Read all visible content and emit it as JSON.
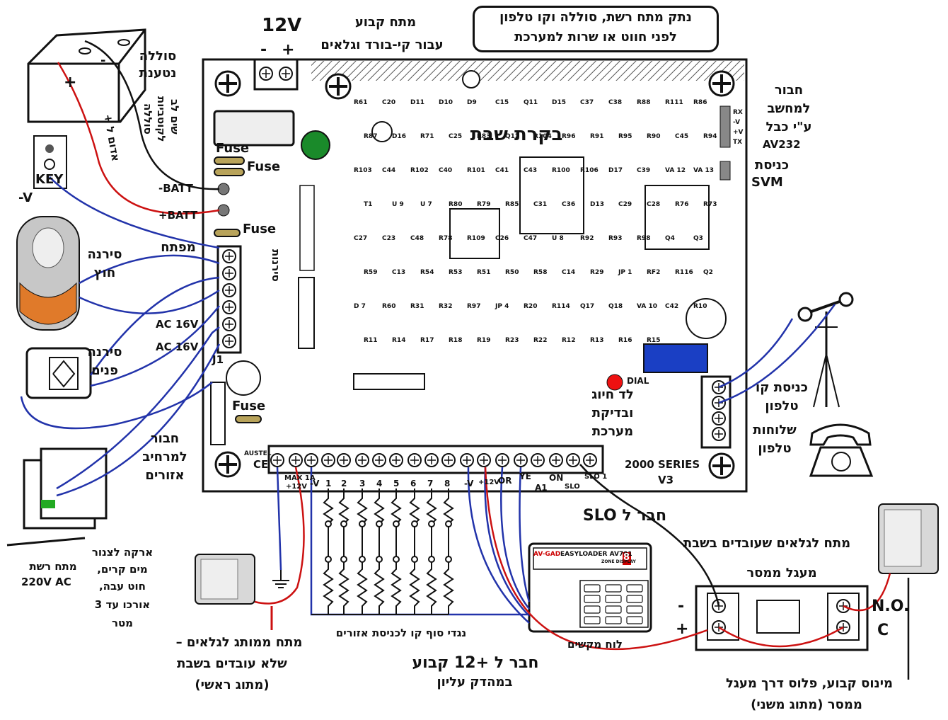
{
  "top": {
    "voltage": "12V",
    "minus": "-",
    "plus": "+",
    "fixed_line1": "מתח קבוע",
    "fixed_line2": "עבור קי-בורד וגלאים",
    "warning_line1": "נתק מתח רשת, סוללה וקו טלפון",
    "warning_line2": "לפני חווט או שרות למערכת"
  },
  "battery": {
    "title_line1": "סוללה",
    "title_line2": "נטענת",
    "polarity_note1": "שים לב",
    "polarity_note2": "לקוטביות",
    "polarity_note3": "סוללה",
    "red_to_plus": "אדום ל +",
    "minus": "-",
    "plus": "+"
  },
  "key": {
    "label": "KEY",
    "minus_v": "-V"
  },
  "board": {
    "title": "בקרת שבת",
    "batt_minus": "-BATT",
    "batt_plus": "+BATT",
    "fuse": "Fuse",
    "series_line1": "2000 SERIES",
    "series_line2": "V3",
    "j1": "J1",
    "dial": "DIAL",
    "ce": "CE",
    "austel": "AUSTEL",
    "components": [
      "R61",
      "C20",
      "D11",
      "D10",
      "D9",
      "C15",
      "Q11",
      "D15",
      "C37",
      "C38",
      "R88",
      "R111",
      "R86",
      "R87",
      "D16",
      "R71",
      "C25",
      "R83",
      "Q12",
      "R104",
      "R96",
      "R91",
      "R95",
      "R90",
      "C45",
      "R94",
      "R103",
      "C44",
      "R102",
      "C40",
      "R101",
      "C41",
      "C43",
      "R100",
      "R106",
      "D17",
      "C39",
      "VA 12",
      "VA 13",
      "T1",
      "U 9",
      "U 7",
      "R80",
      "R79",
      "R85",
      "C31",
      "C36",
      "D13",
      "C29",
      "C28",
      "R76",
      "R73",
      "C27",
      "C23",
      "C48",
      "R78",
      "R109",
      "C26",
      "C47",
      "U 8",
      "R92",
      "R93",
      "R98",
      "Q4",
      "Q3",
      "R59",
      "C13",
      "R54",
      "R53",
      "R51",
      "R50",
      "R58",
      "C14",
      "R29",
      "JP 1",
      "RF2",
      "R116",
      "Q2",
      "D 7",
      "R60",
      "R31",
      "R32",
      "R97",
      "JP 4",
      "R20",
      "R114",
      "Q17",
      "Q18",
      "VA 10",
      "C42",
      "R10",
      "R11",
      "R14",
      "R17",
      "R18",
      "R19",
      "R23",
      "R22",
      "R12",
      "R13",
      "R16",
      "R15"
    ]
  },
  "left_labels": {
    "ext_siren1": "סירנה",
    "ext_siren2": "חוץ",
    "int_siren1": "סירנה",
    "int_siren2": "פנים",
    "key_switch": "מפתח",
    "sirens": "סירנות",
    "ac1": "AC 16V",
    "ac2": "AC 16V",
    "expander1": "חבור",
    "expander2": "למרחיב",
    "expander3": "אזורים",
    "ground1": "ארקה לצנור",
    "ground2": "מים קרים,",
    "ground3": "חוט עבה,",
    "ground4": "אורכו עד 3",
    "ground5": "מטר",
    "mains1": "מתח רשת",
    "mains2": "220V AC"
  },
  "right_labels": {
    "pc1": "חבור",
    "pc2": "למחשב",
    "pc3": "ע\"י כבל",
    "pc4": "AV232",
    "svm1": "כניסת",
    "svm2": "SVM",
    "rx": "RX",
    "v_minus": "-V",
    "v_plus": "+V",
    "tx": "TX",
    "led1": "לד חיוג",
    "led2": "ובדיקת",
    "led3": "מערכת",
    "phone_in1": "כניסת קו",
    "phone_in2": "טלפון",
    "phone_out1": "שלוחות",
    "phone_out2": "טלפון"
  },
  "terminals": [
    "MAX 1A",
    "+12V",
    "-V",
    "1",
    "2",
    "3",
    "4",
    "5",
    "6",
    "7",
    "8",
    "-V",
    "+12V",
    "OR",
    "YE",
    "A1",
    "ON",
    "SLO",
    "SLO 1"
  ],
  "bottom": {
    "connect_slo": "חבר ל SLO",
    "shabbat_detectors": "מתח לגלאים שעובדים בשבת",
    "relay": "מעגל ממסר",
    "relay_minus": "-",
    "relay_plus": "+",
    "no": "N.O.",
    "c": "C",
    "keypad_brand": "AV-GAD",
    "keypad_model": "EASYLOADER AV701",
    "keypad_zone": "ZONE DISPLAY",
    "keypad_digit": "8",
    "keypad": "לוח מקשים",
    "resistors": "נגדי סוף קו לכניסת אזורים",
    "connect12_1": "חבר ל +12 קבוע",
    "connect12_2": "במהדק עליון",
    "switched1": "מתח ממותג לגלאים –",
    "switched2": "שלא עובדים בשבת",
    "switched3": "(מתוג ראשי)",
    "fixed_minus1": "מינוס קבוע, פלוס דרך מעגל",
    "fixed_minus2": "ממסר (מתוג משני)"
  },
  "colors": {
    "wire_blue": "#2233aa",
    "wire_red": "#cc1111",
    "hatch": "#555555",
    "led_green": "#1a8a2a",
    "led_red": "#ee1111",
    "display_blue": "#1a3fc4",
    "fuse_gold": "#b8a35a",
    "siren_orange": "#e07a2a"
  }
}
